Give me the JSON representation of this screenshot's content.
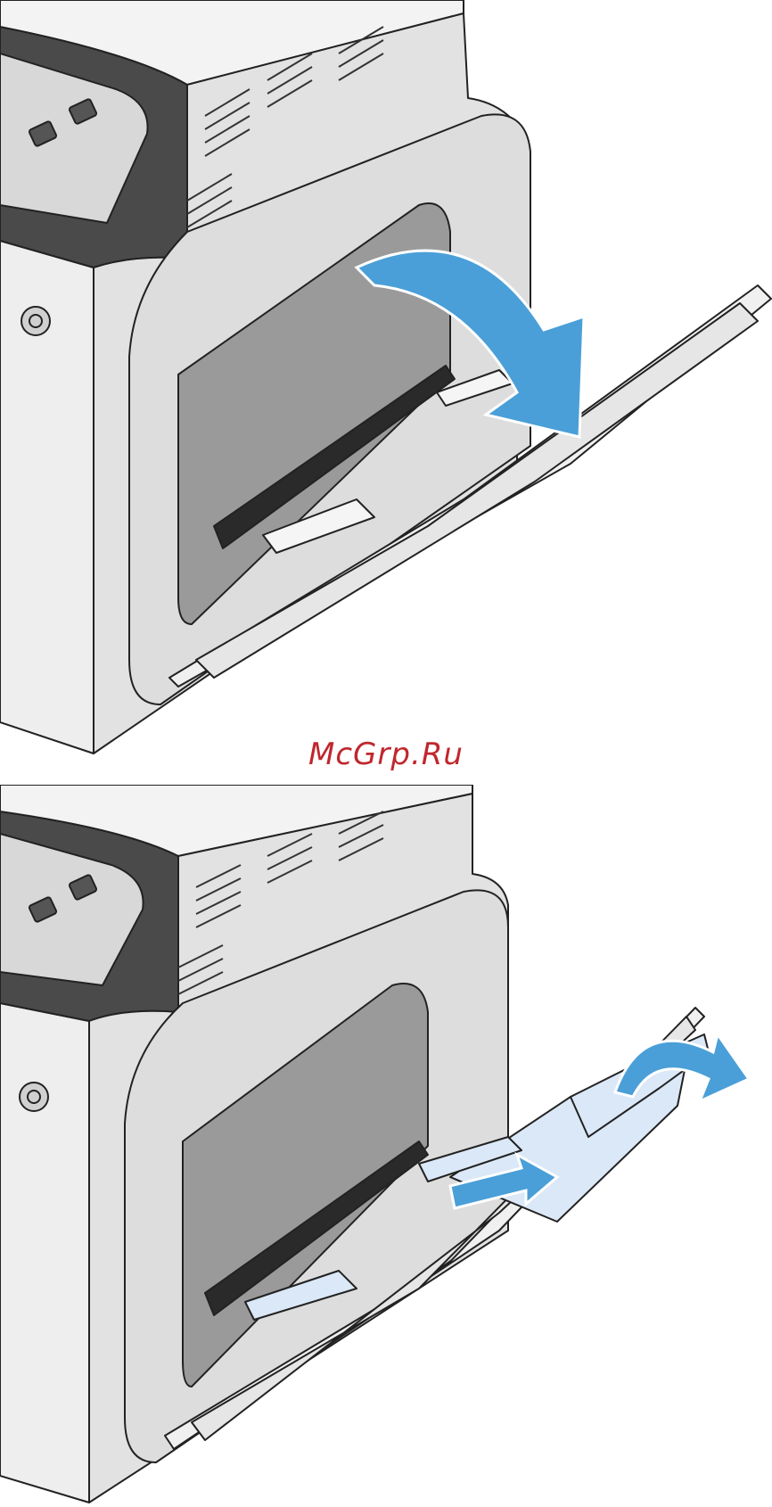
{
  "watermark": {
    "text": "McGrp.Ru",
    "color": "#c0272d"
  },
  "colors": {
    "arrow": "#4a9fd8",
    "highlight": "#dbe8f7",
    "printer_body": "#e6e6e6",
    "printer_dark": "#4a4a4a",
    "cavity": "#9a9a9a",
    "rollers": "#2a2a2a",
    "outline": "#222222"
  },
  "illustrations": [
    {
      "step": "open-tray",
      "icon": "curved-arrow-down-icon"
    },
    {
      "step": "extend-tray",
      "icons": [
        "straight-arrow-right-icon",
        "curved-arrow-flip-icon"
      ]
    }
  ]
}
